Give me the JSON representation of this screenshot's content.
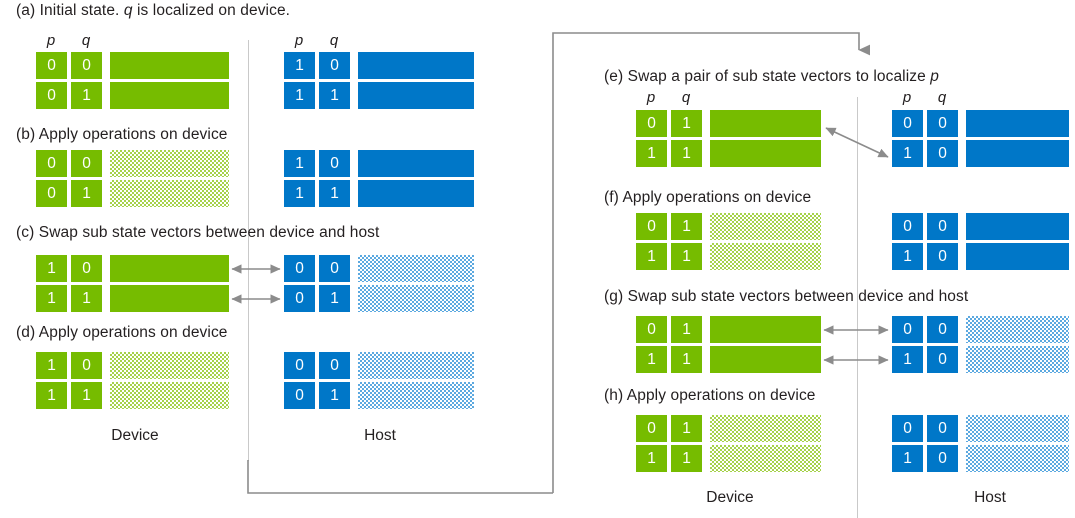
{
  "meta": {
    "colors": {
      "device_solid": "#76bc00",
      "device_pattern": "#a6d24a",
      "host_solid": "#0077c8",
      "host_pattern": "#5ca9e0",
      "divider": "#c9c9c9",
      "arrow": "#808080",
      "text": "#231f20"
    }
  },
  "headers": {
    "p": "p",
    "q": "q"
  },
  "zones": {
    "device": "Device",
    "host": "Host"
  },
  "panels": [
    {
      "id": "a",
      "caption_plain": "(a) Initial state. q is localized on device.",
      "caption_pre": "(a) Initial state. ",
      "caption_italic": "q",
      "caption_post": " is localized on device.",
      "show_headers": true,
      "device": {
        "rows": [
          {
            "p": "0",
            "q": "0",
            "fill": "solid"
          },
          {
            "p": "0",
            "q": "1",
            "fill": "solid"
          }
        ]
      },
      "host": {
        "rows": [
          {
            "p": "1",
            "q": "0",
            "fill": "solid"
          },
          {
            "p": "1",
            "q": "1",
            "fill": "solid"
          }
        ]
      }
    },
    {
      "id": "b",
      "caption_plain": "(b) Apply operations on device",
      "caption_pre": "(b) Apply operations on device",
      "caption_italic": "",
      "caption_post": "",
      "show_headers": false,
      "device": {
        "rows": [
          {
            "p": "0",
            "q": "0",
            "fill": "dotted"
          },
          {
            "p": "0",
            "q": "1",
            "fill": "dotted"
          }
        ]
      },
      "host": {
        "rows": [
          {
            "p": "1",
            "q": "0",
            "fill": "solid"
          },
          {
            "p": "1",
            "q": "1",
            "fill": "solid"
          }
        ]
      }
    },
    {
      "id": "c",
      "caption_plain": "(c) Swap sub state vectors between device and host",
      "caption_pre": "(c) Swap sub state vectors between device and host",
      "caption_italic": "",
      "caption_post": "",
      "show_headers": false,
      "device": {
        "rows": [
          {
            "p": "1",
            "q": "0",
            "fill": "solid"
          },
          {
            "p": "1",
            "q": "1",
            "fill": "solid"
          }
        ]
      },
      "host": {
        "rows": [
          {
            "p": "0",
            "q": "0",
            "fill": "dotted"
          },
          {
            "p": "0",
            "q": "1",
            "fill": "dotted"
          }
        ]
      },
      "arrows": "horizontal-pair"
    },
    {
      "id": "d",
      "caption_plain": "(d) Apply operations on device",
      "caption_pre": "(d) Apply operations on device",
      "caption_italic": "",
      "caption_post": "",
      "show_headers": false,
      "device": {
        "rows": [
          {
            "p": "1",
            "q": "0",
            "fill": "dotted"
          },
          {
            "p": "1",
            "q": "1",
            "fill": "dotted"
          }
        ]
      },
      "host": {
        "rows": [
          {
            "p": "0",
            "q": "0",
            "fill": "dotted"
          },
          {
            "p": "0",
            "q": "1",
            "fill": "dotted"
          }
        ]
      }
    },
    {
      "id": "e",
      "caption_plain": "(e) Swap a pair of sub state vectors to localize p",
      "caption_pre": "(e) Swap a pair of sub state vectors to localize ",
      "caption_italic": "p",
      "caption_post": "",
      "show_headers": true,
      "device": {
        "rows": [
          {
            "p": "0",
            "q": "1",
            "fill": "solid"
          },
          {
            "p": "1",
            "q": "1",
            "fill": "solid"
          }
        ]
      },
      "host": {
        "rows": [
          {
            "p": "0",
            "q": "0",
            "fill": "solid"
          },
          {
            "p": "1",
            "q": "0",
            "fill": "solid"
          }
        ]
      },
      "arrows": "diagonal"
    },
    {
      "id": "f",
      "caption_plain": "(f) Apply operations on device",
      "caption_pre": "(f) Apply operations on device",
      "caption_italic": "",
      "caption_post": "",
      "show_headers": false,
      "device": {
        "rows": [
          {
            "p": "0",
            "q": "1",
            "fill": "dotted"
          },
          {
            "p": "1",
            "q": "1",
            "fill": "dotted"
          }
        ]
      },
      "host": {
        "rows": [
          {
            "p": "0",
            "q": "0",
            "fill": "solid"
          },
          {
            "p": "1",
            "q": "0",
            "fill": "solid"
          }
        ]
      }
    },
    {
      "id": "g",
      "caption_plain": "(g) Swap sub state vectors between device and host",
      "caption_pre": "(g) Swap sub state vectors between device and host",
      "caption_italic": "",
      "caption_post": "",
      "show_headers": false,
      "device": {
        "rows": [
          {
            "p": "0",
            "q": "1",
            "fill": "solid"
          },
          {
            "p": "1",
            "q": "1",
            "fill": "solid"
          }
        ]
      },
      "host": {
        "rows": [
          {
            "p": "0",
            "q": "0",
            "fill": "dotted"
          },
          {
            "p": "1",
            "q": "0",
            "fill": "dotted"
          }
        ]
      },
      "arrows": "horizontal-pair"
    },
    {
      "id": "h",
      "caption_plain": "(h) Apply operations on device",
      "caption_pre": "(h) Apply operations on device",
      "caption_italic": "",
      "caption_post": "",
      "show_headers": false,
      "device": {
        "rows": [
          {
            "p": "0",
            "q": "1",
            "fill": "dotted"
          },
          {
            "p": "1",
            "q": "1",
            "fill": "dotted"
          }
        ]
      },
      "host": {
        "rows": [
          {
            "p": "0",
            "q": "0",
            "fill": "dotted"
          },
          {
            "p": "1",
            "q": "0",
            "fill": "dotted"
          }
        ]
      }
    }
  ],
  "flow": {
    "top_connector_name": "flow-arrow-left-to-right",
    "bottom_connector_name": "flow-line-right-to-left"
  }
}
